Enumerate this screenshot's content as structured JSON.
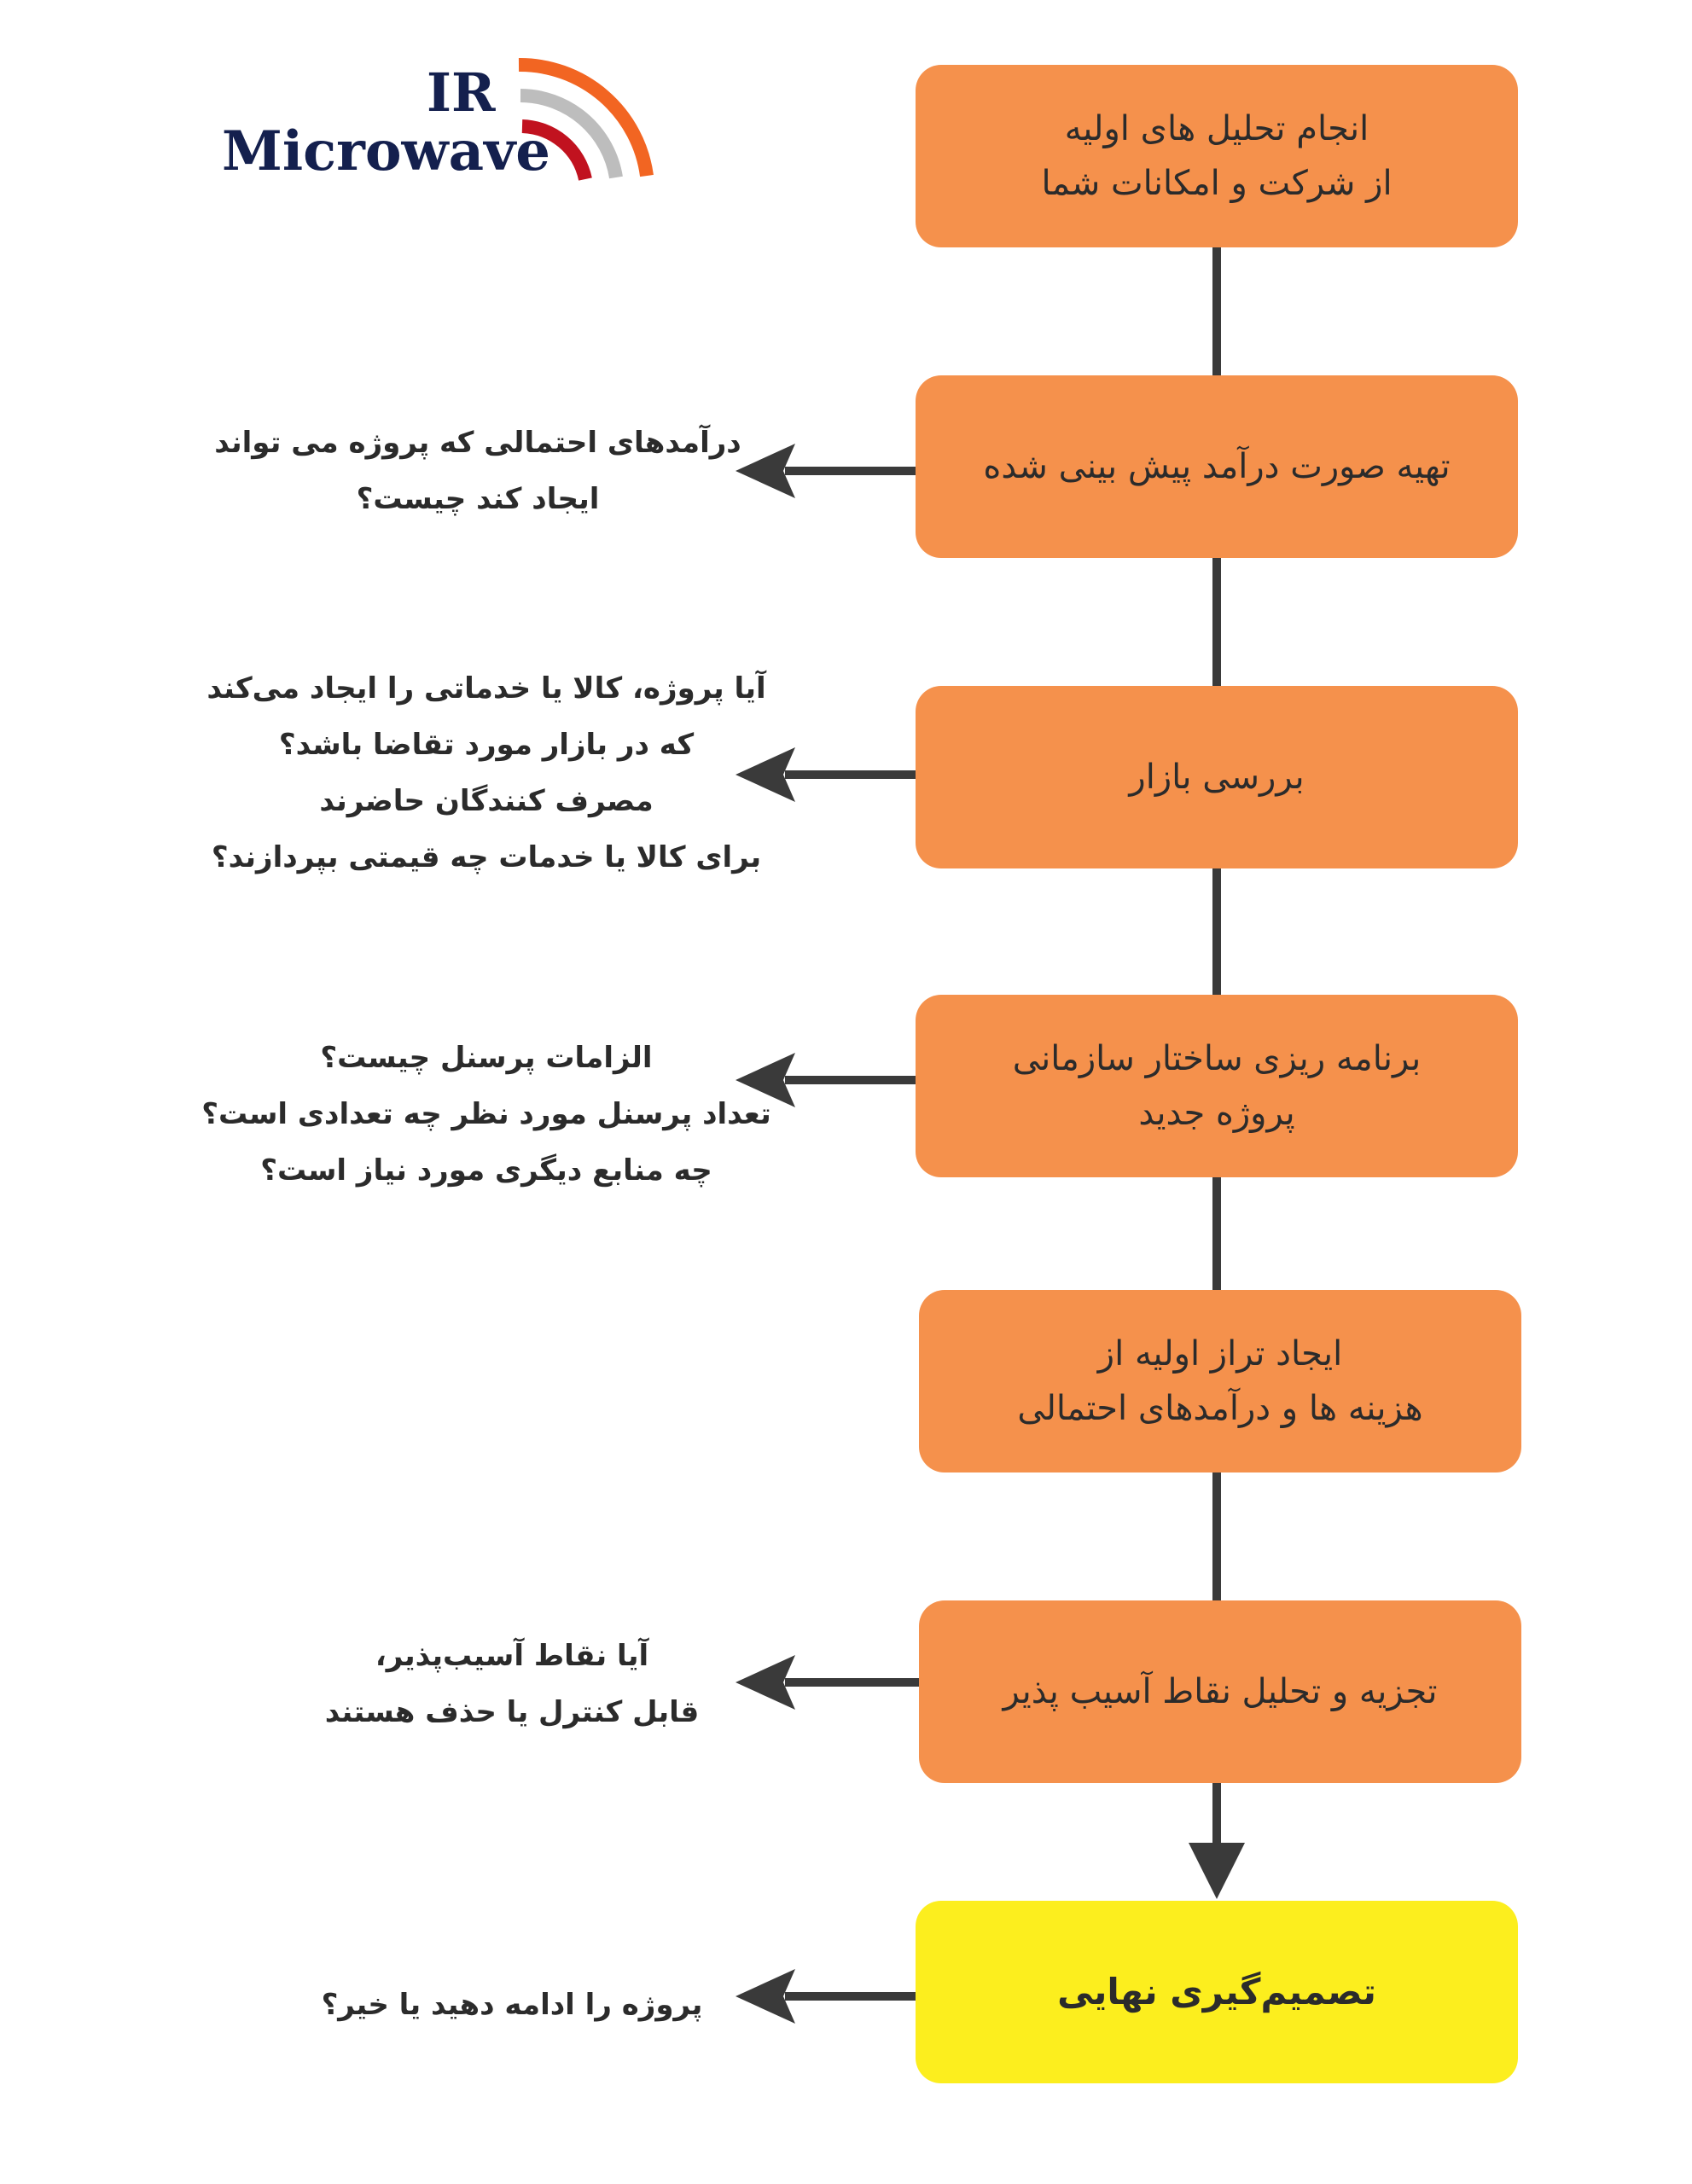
{
  "logo": {
    "line1": "IR",
    "line2": "Microwave",
    "colors": {
      "text": "#14204e",
      "wave_outer": "#f26522",
      "wave_middle": "#bdbdbd",
      "wave_inner": "#c1121f"
    }
  },
  "steps": [
    {
      "lines": [
        "انجام تحلیل های اولیه",
        "از شرکت و امکانات شما"
      ]
    },
    {
      "lines": [
        "تهیه صورت درآمد پیش بینی شده"
      ]
    },
    {
      "lines": [
        "بررسی بازار"
      ]
    },
    {
      "lines": [
        "برنامه ریزی ساختار سازمانی",
        "پروژه جدید"
      ]
    },
    {
      "lines": [
        "ایجاد تراز اولیه از",
        "هزینه ها و درآمدهای احتمالی"
      ]
    },
    {
      "lines": [
        "تجزیه و تحلیل نقاط آسیب پذیر"
      ]
    },
    {
      "lines": [
        "تصمیم‌گیری نهایی"
      ]
    }
  ],
  "notes": [
    {
      "lines": [
        "درآمدهای احتمالی که پروژه می تواند",
        "ایجاد کند چیست؟"
      ]
    },
    {
      "lines": [
        "آیا پروژه، کالا یا خدماتی را ایجاد می‌کند",
        "که در بازار مورد تقاضا باشد؟",
        "مصرف کنندگان حاضرند",
        "برای کالا یا خدمات چه قیمتی بپردازند؟"
      ]
    },
    {
      "lines": [
        "الزامات پرسنل چیست؟",
        "تعداد پرسنل مورد نظر چه تعدادی است؟",
        "چه منابع دیگری مورد نیاز است؟"
      ]
    },
    {
      "lines": [
        "آیا نقاط آسیب‌پذیر،",
        "قابل کنترل یا حذف هستند"
      ]
    },
    {
      "lines": [
        "پروژه را ادامه دهید یا خیر؟"
      ]
    }
  ],
  "colors": {
    "step_fill": "#f5914c",
    "final_fill": "#fcee1e",
    "connector": "#3a3a3a",
    "text": "#2b2b2b"
  }
}
